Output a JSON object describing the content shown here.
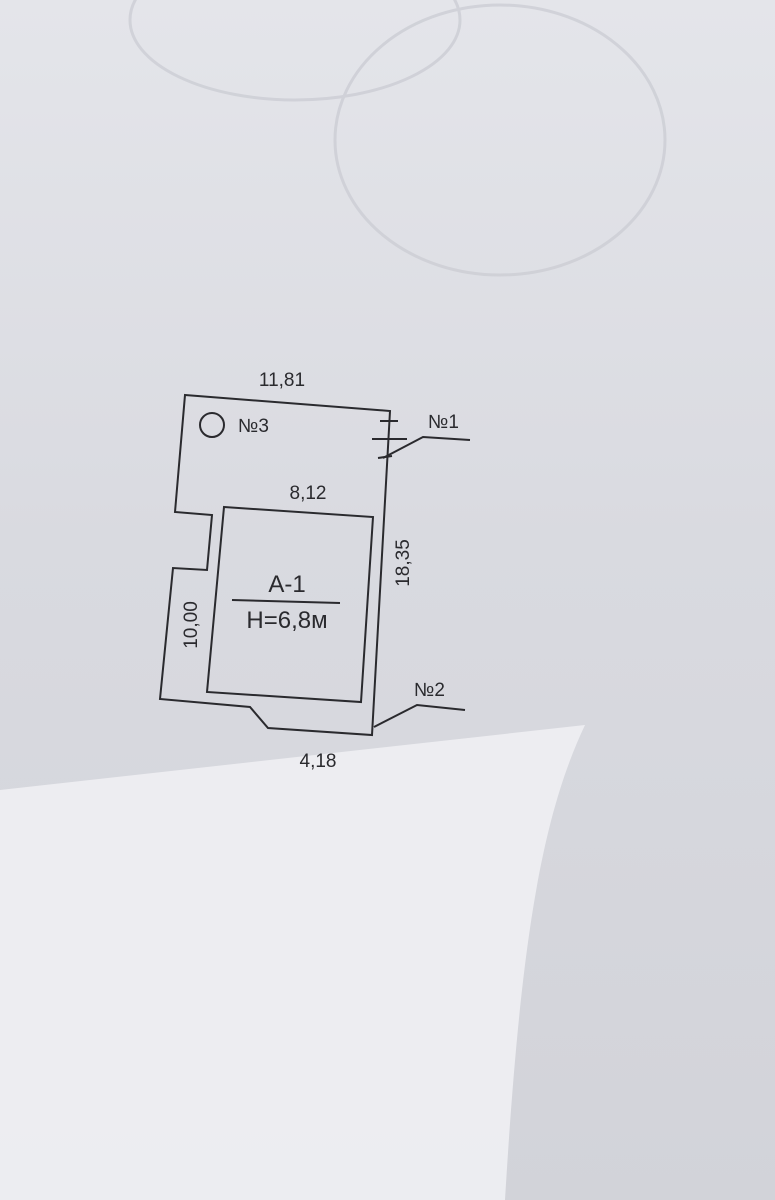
{
  "plan": {
    "dimensions": {
      "top": "11,81",
      "building_top": "8,12",
      "right": "18,35",
      "left": "10,00",
      "bottom": "4,18"
    },
    "points": {
      "p1": "№1",
      "p2": "№2",
      "p3": "№3"
    },
    "building": {
      "name": "А-1",
      "height": "Н=6,8м"
    }
  },
  "colors": {
    "ink": "#2a2a2e",
    "paper": "#dcdde3"
  }
}
